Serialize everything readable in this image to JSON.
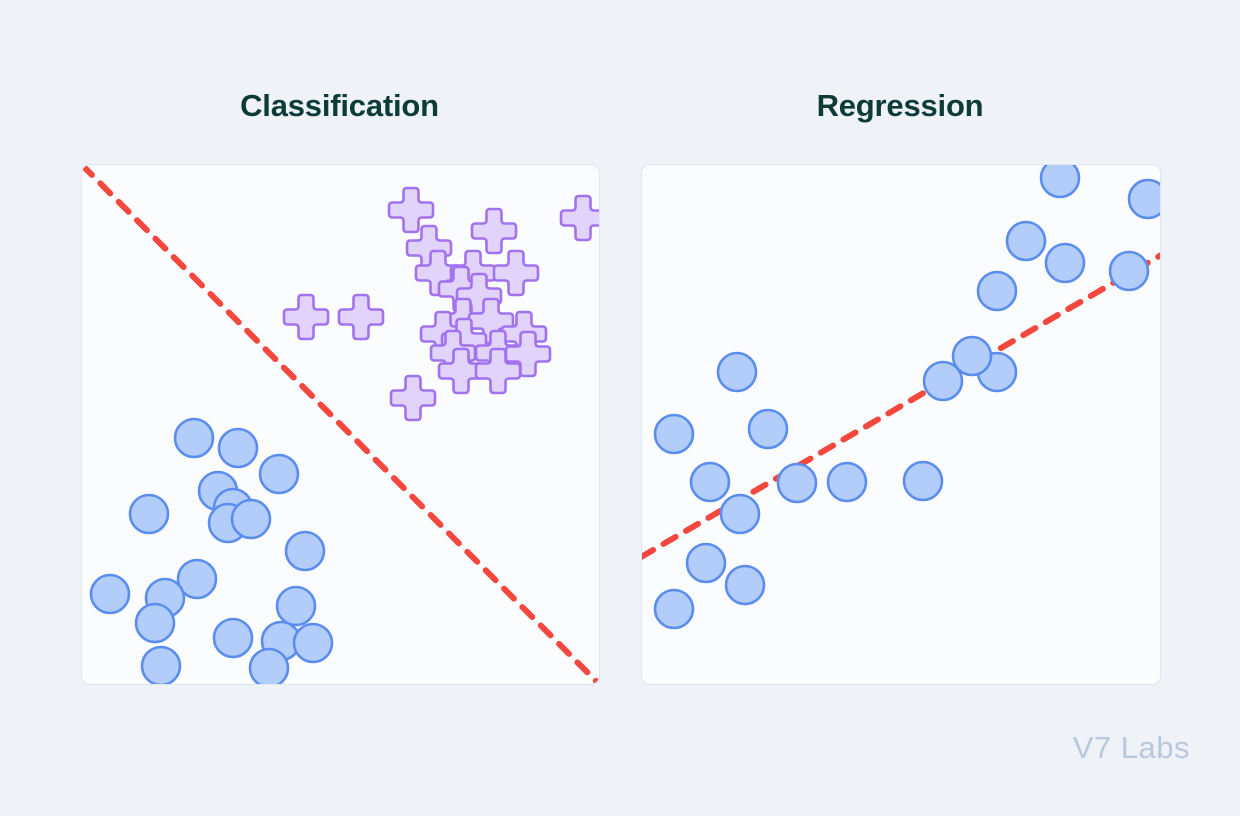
{
  "figure": {
    "background_color": "#eff2f7",
    "watermark": "V7 Labs",
    "watermark_color": "#bac8dd",
    "title_color": "#0d3b36"
  },
  "panels": [
    {
      "id": "classification",
      "title": "Classification"
    },
    {
      "id": "regression",
      "title": "Regression"
    }
  ],
  "style": {
    "circle_fill": "#b3cdfb",
    "circle_stroke": "#5b8def",
    "circle_radius": 19,
    "circle_stroke_width": 2.6,
    "cross_fill": "#e2d3fb",
    "cross_stroke": "#a173ef",
    "cross_size": 44,
    "cross_arm": 15,
    "cross_stroke_width": 2.6,
    "line_color": "#f4483e",
    "line_width": 6,
    "line_dash": "14 12",
    "panel_fill": "#fbfcfe",
    "panel_border": "#dfe6f0"
  },
  "chart_data": [
    {
      "type": "scatter",
      "title": "Classification",
      "xlabel": "",
      "ylabel": "",
      "xlim": [
        0,
        517
      ],
      "ylim": [
        0,
        519
      ],
      "grid": false,
      "legend": null,
      "annotations": [
        "Dashed red decision boundary separating the two classes"
      ],
      "series": [
        {
          "name": "class-circle",
          "marker": "circle",
          "color": "#b3cdfb",
          "points": [
            [
              112,
              273
            ],
            [
              156,
              283
            ],
            [
              197,
              309
            ],
            [
              136,
              326
            ],
            [
              151,
              343
            ],
            [
              67,
              349
            ],
            [
              146,
              358
            ],
            [
              169,
              354
            ],
            [
              223,
              386
            ],
            [
              28,
              429
            ],
            [
              115,
              414
            ],
            [
              83,
              433
            ],
            [
              73,
              458
            ],
            [
              214,
              441
            ],
            [
              151,
              473
            ],
            [
              199,
              476
            ],
            [
              231,
              478
            ],
            [
              79,
              501
            ],
            [
              187,
              503
            ]
          ]
        },
        {
          "name": "class-cross",
          "marker": "cross",
          "color": "#e2d3fb",
          "points": [
            [
              329,
              45
            ],
            [
              347,
              83
            ],
            [
              412,
              66
            ],
            [
              501,
              53
            ],
            [
              356,
              108
            ],
            [
              391,
              108
            ],
            [
              434,
              108
            ],
            [
              379,
              124
            ],
            [
              397,
              131
            ],
            [
              224,
              152
            ],
            [
              279,
              152
            ],
            [
              381,
              156
            ],
            [
              409,
              156
            ],
            [
              361,
              169
            ],
            [
              382,
              176
            ],
            [
              442,
              169
            ],
            [
              371,
              188
            ],
            [
              416,
              188
            ],
            [
              446,
              189
            ],
            [
              379,
              206
            ],
            [
              416,
              206
            ],
            [
              331,
              233
            ]
          ]
        }
      ],
      "decision_boundary": {
        "x1": 0,
        "y1": 0,
        "x2": 517,
        "y2": 519
      }
    },
    {
      "type": "scatter",
      "title": "Regression",
      "xlabel": "",
      "ylabel": "",
      "xlim": [
        0,
        518
      ],
      "ylim": [
        0,
        519
      ],
      "grid": false,
      "legend": null,
      "annotations": [
        "Dashed red best-fit regression line"
      ],
      "series": [
        {
          "name": "observations",
          "marker": "circle",
          "color": "#b3cdfb",
          "points": [
            [
              418,
              13
            ],
            [
              506,
              34
            ],
            [
              384,
              76
            ],
            [
              423,
              98
            ],
            [
              355,
              126
            ],
            [
              487,
              106
            ],
            [
              355,
              207
            ],
            [
              95,
              207
            ],
            [
              32,
              269
            ],
            [
              126,
              264
            ],
            [
              330,
              191
            ],
            [
              301,
              216
            ],
            [
              68,
              317
            ],
            [
              98,
              349
            ],
            [
              155,
              318
            ],
            [
              205,
              317
            ],
            [
              281,
              316
            ],
            [
              64,
              398
            ],
            [
              103,
              420
            ],
            [
              32,
              444
            ]
          ]
        }
      ],
      "regression_line": {
        "x1": -1,
        "y1": 392,
        "x2": 521,
        "y2": 89
      }
    }
  ]
}
